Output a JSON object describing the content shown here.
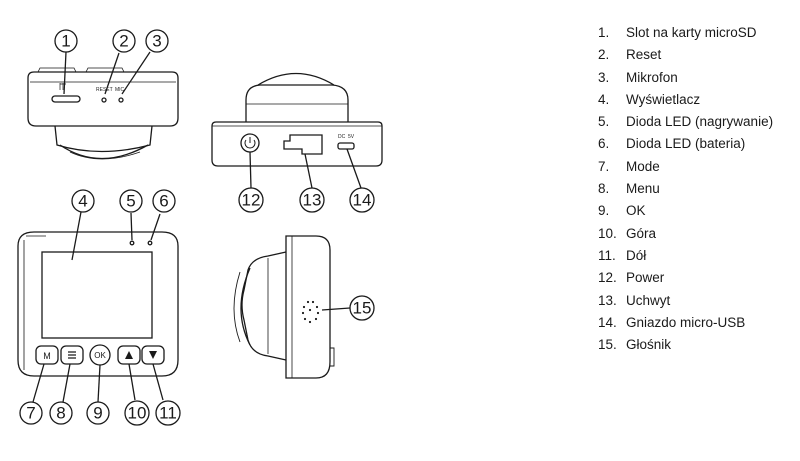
{
  "callouts": {
    "c1": "1",
    "c2": "2",
    "c3": "3",
    "c4": "4",
    "c5": "5",
    "c6": "6",
    "c7": "7",
    "c8": "8",
    "c9": "9",
    "c10": "10",
    "c11": "11",
    "c12": "12",
    "c13": "13",
    "c14": "14",
    "c15": "15"
  },
  "device_labels": {
    "reset": "RESET",
    "mic": "MIC",
    "dc": "DC",
    "volt": "5V",
    "mode_btn": "M",
    "ok_btn": "OK"
  },
  "legend": [
    {
      "num": "1.",
      "label": "Slot na karty microSD"
    },
    {
      "num": "2.",
      "label": "Reset"
    },
    {
      "num": "3.",
      "label": "Mikrofon"
    },
    {
      "num": "4.",
      "label": "Wyświetlacz"
    },
    {
      "num": "5.",
      "label": "Dioda LED (nagrywanie)"
    },
    {
      "num": "6.",
      "label": "Dioda LED (bateria)"
    },
    {
      "num": "7.",
      "label": "Mode"
    },
    {
      "num": "8.",
      "label": "Menu"
    },
    {
      "num": "9.",
      "label": "OK"
    },
    {
      "num": "10.",
      "label": "Góra"
    },
    {
      "num": "11.",
      "label": "Dół"
    },
    {
      "num": "12.",
      "label": "Power"
    },
    {
      "num": "13.",
      "label": "Uchwyt"
    },
    {
      "num": "14.",
      "label": "Gniazdo micro-USB"
    },
    {
      "num": "15.",
      "label": "Głośnik"
    }
  ]
}
